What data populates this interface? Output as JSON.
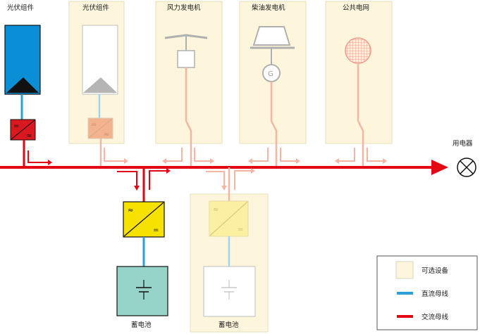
{
  "labels": {
    "pv_module_main": "光伏组件",
    "pv_module_optional": "光伏组件",
    "wind_generator": "风力发电机",
    "diesel_generator": "柴油发电机",
    "public_grid": "公共电网",
    "load": "用电器",
    "battery_main": "蓄电池",
    "battery_optional": "蓄电池"
  },
  "legend": {
    "optional": "可选设备",
    "dc_bus": "直流母线",
    "ac_bus": "交流母线"
  },
  "symbols": {
    "ac": "≈",
    "dc": "=",
    "generator": "G"
  },
  "colors": {
    "ac_bus": "#e30613",
    "dc_bus": "#2a9fd8",
    "optional_fill": "#fdf6dd",
    "optional_border": "#e6dfb8",
    "pv_blue": "#0a8fd6",
    "inverter_red": "#d9181f",
    "converter_yellow": "#f6e100",
    "battery_teal": "#96d3c8",
    "faded_red": "#f5b5a4"
  }
}
